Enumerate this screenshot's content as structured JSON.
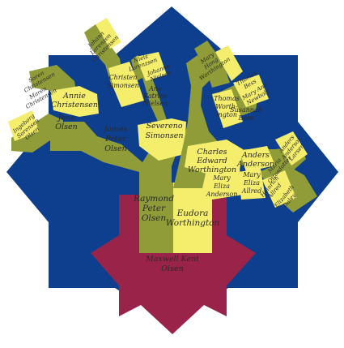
{
  "colors": {
    "background": "#ffffff",
    "blue": "#0e3f8f",
    "maroon": "#9a2349",
    "olive": "#8f9c38",
    "yellow": "#f4ee6c",
    "ink": "#2a2a2a"
  },
  "names": {
    "root": [
      "Maxwell Kent",
      "Olsen"
    ],
    "raymond": [
      "Raymond",
      "Peter",
      "Olsen"
    ],
    "eudora": [
      "Eudora",
      "Worthington"
    ],
    "james": [
      "James",
      "Peter",
      "Olsen"
    ],
    "severeno": [
      "Severeno",
      "Simonsen"
    ],
    "charles": [
      "Charles",
      "Edward",
      "Worthington"
    ],
    "mary_eliza_anderson": [
      "Mary",
      "Eliza",
      "Anderson"
    ],
    "anders": [
      "Anders",
      "Anderson"
    ],
    "mary_eliza_allred": [
      "Mary",
      "Eliza",
      "Allred"
    ],
    "jens": [
      "Jens",
      "Olsen"
    ],
    "annie": [
      "Annie",
      "Christensen"
    ],
    "christen": [
      "Christen",
      "Simonsen"
    ],
    "ane_katrine": [
      "Ane",
      "Katrine",
      "Nielsen"
    ],
    "thomas": [
      "Thomas",
      "Worth-",
      "ington"
    ],
    "susannah": [
      "Susannah",
      "Bess"
    ],
    "ingeborg": [
      "Ingeborg",
      "Sorensen",
      "Olsen"
    ],
    "soren_christensen": [
      "Soren",
      "Christensen"
    ],
    "maren_christensen": [
      "Maren",
      "Christensen"
    ],
    "johann": [
      "Johann",
      "Lorenzen",
      "Christensen"
    ],
    "niels": [
      "Niels",
      "Lorenzsen"
    ],
    "johanne": [
      "Johanne",
      "Nielsen"
    ],
    "mary_worthington": [
      "Mary",
      "Hong",
      "Worthington"
    ],
    "thomas_bess": [
      "Thomas",
      "Bess"
    ],
    "mary_ann_newbold": [
      "Mary Ann",
      "Newbold"
    ],
    "anders_anderson_jr": [
      "Anders",
      "Anderson",
      "Larsen"
    ],
    "maria": [
      "Maria",
      "Ottosdotter"
    ],
    "heinrich": [
      "Heinrich",
      "Allred"
    ],
    "elizabeth": [
      "Elizabeth",
      "Daley"
    ]
  }
}
